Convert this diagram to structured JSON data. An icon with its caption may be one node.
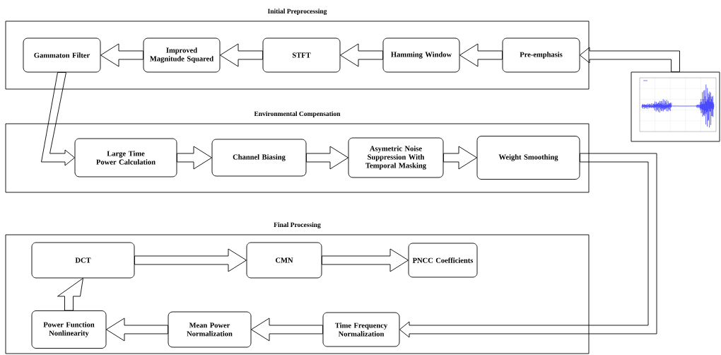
{
  "diagram": {
    "nodes": [
      {
        "text": [
          "Initial Preprocessing"
        ]
      },
      {
        "text": [
          "Gammaton Filter"
        ],
        "in": 0
      },
      {
        "text": [
          "Improved Magnitude Squared"
        ],
        "in": 0
      },
      {
        "text": [
          "STFT"
        ],
        "in": 0
      },
      {
        "text": [
          "Hamming Window"
        ],
        "in": 0
      },
      {
        "text": [
          "Pre-emphasis"
        ],
        "in": 0
      },
      {
        "text": [
          "Environmental Compensation"
        ]
      },
      {
        "text": [
          "Large Time Power Calculation"
        ],
        "in": 6
      },
      {
        "text": [
          "Channel Biasing"
        ],
        "in": 6
      },
      {
        "text": [
          "Asymetric Noise Suppression With Temporal Masking"
        ],
        "in": 6
      },
      {
        "text": [
          "Weight Smoothing"
        ],
        "in": 6
      },
      {
        "text": [
          "Final Processing"
        ]
      },
      {
        "text": [
          "DCT"
        ],
        "in": 11
      },
      {
        "text": [
          "CMN"
        ],
        "in": 11
      },
      {
        "text": [
          "PNCC Coefficients"
        ],
        "in": 11
      },
      {
        "text": [
          "Power Function Nonlinearity"
        ],
        "in": 11
      },
      {
        "text": [
          "Mean Power Normalization"
        ],
        "in": 11
      },
      {
        "text": [
          "Time Frequency Normalization"
        ],
        "in": 11
      },
      {
        "text": [],
        "shape": "picture"
      }
    ],
    "edges": [
      {
        "from": 18,
        "to": 5,
        "arrow": "to"
      },
      {
        "from": 5,
        "to": 4,
        "arrow": "to"
      },
      {
        "from": 4,
        "to": 3,
        "arrow": "to"
      },
      {
        "from": 3,
        "to": 2,
        "arrow": "to"
      },
      {
        "from": 2,
        "to": 1,
        "arrow": "to"
      },
      {
        "from": 1,
        "to": 7,
        "arrow": "to"
      },
      {
        "from": 7,
        "to": 8,
        "arrow": "to"
      },
      {
        "from": 8,
        "to": 9,
        "arrow": "to"
      },
      {
        "from": 9,
        "to": 10,
        "arrow": "to"
      },
      {
        "from": 10,
        "to": 17,
        "arrow": "to"
      },
      {
        "from": 17,
        "to": 16,
        "arrow": "to"
      },
      {
        "from": 16,
        "to": 15,
        "arrow": "to"
      },
      {
        "from": 15,
        "to": 12,
        "arrow": "to"
      },
      {
        "from": 12,
        "to": 13,
        "arrow": "to"
      },
      {
        "from": 13,
        "to": 14,
        "arrow": "to"
      }
    ]
  }
}
